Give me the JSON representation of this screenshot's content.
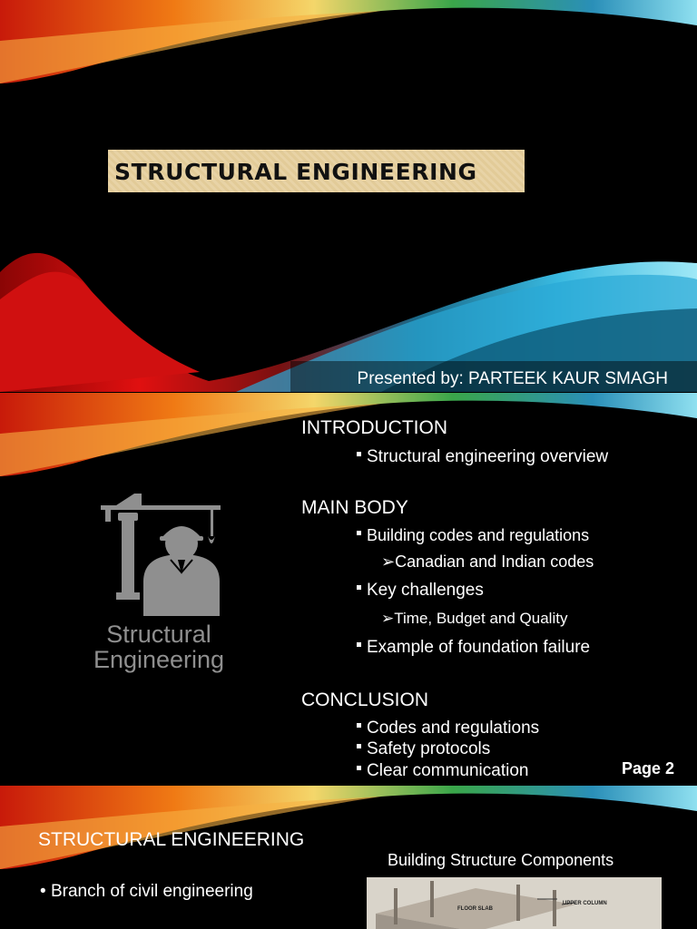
{
  "slide1": {
    "title": "STRUCTURAL ENGINEERING",
    "presenter": "Presented by: PARTEEK KAUR SMAGH"
  },
  "slide2": {
    "logo": {
      "line1": "Structural",
      "line2": "Engineering"
    },
    "sections": [
      {
        "heading": "INTRODUCTION",
        "items": [
          {
            "text": "Structural engineering overview",
            "sub": []
          }
        ]
      },
      {
        "heading": "MAIN BODY",
        "items": [
          {
            "text": "Building codes and regulations",
            "sub": [
              "Canadian and Indian codes"
            ]
          },
          {
            "text": "Key challenges",
            "sub": [
              "Time, Budget and Quality"
            ]
          },
          {
            "text": "Example of foundation failure",
            "sub": []
          }
        ]
      },
      {
        "heading": "CONCLUSION",
        "items": [
          {
            "text": "Codes and regulations",
            "sub": []
          },
          {
            "text": "Safety protocols",
            "sub": []
          },
          {
            "text": "Clear communication",
            "sub": []
          }
        ]
      }
    ],
    "page_label": "Page 2"
  },
  "slide3": {
    "title": "STRUCTURAL ENGINEERING",
    "image_caption": "Building Structure Components",
    "bullets": [
      "Branch of civil engineering"
    ],
    "image_labels": [
      "FLOOR SLAB",
      "UPPER COLUMN"
    ]
  },
  "colors": {
    "slide_bg": "#000000",
    "title_box": "#e8d3a6",
    "logo_gray": "#8f8f8f"
  },
  "icons": [
    "crane-engineer-logo-icon",
    "square-bullet-icon",
    "arrow-bullet-icon"
  ]
}
